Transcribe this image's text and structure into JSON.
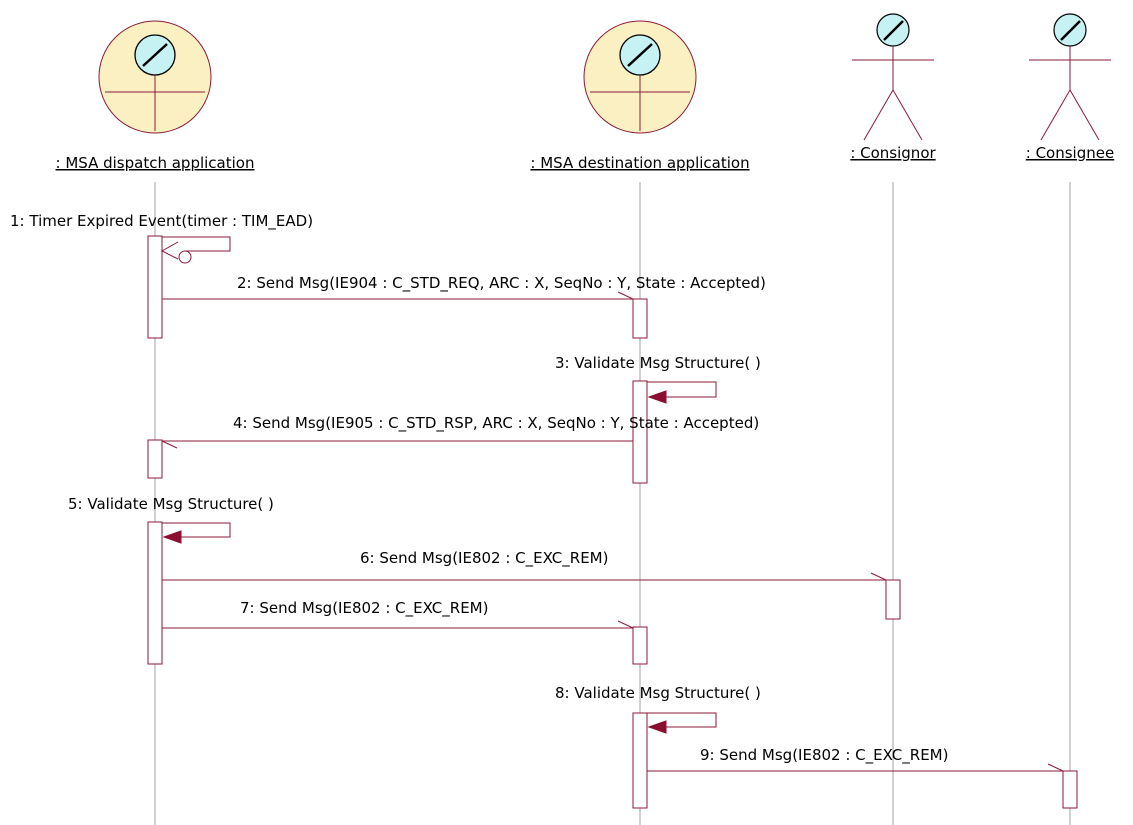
{
  "colors": {
    "outline": "#8b1a3a",
    "lifeline": "#a0a0a0",
    "arrow_fill": "#8b0f30",
    "actor_head": "#c6f2f4",
    "boundary_fill": "#fbf0c2",
    "text": "#000000"
  },
  "participants": [
    {
      "id": "dispatch",
      "kind": "boundary-object",
      "label": ": MSA dispatch application"
    },
    {
      "id": "destination",
      "kind": "boundary-object",
      "label": ": MSA destination application"
    },
    {
      "id": "consignor",
      "kind": "actor",
      "label": ": Consignor"
    },
    {
      "id": "consignee",
      "kind": "actor",
      "label": ": Consignee"
    }
  ],
  "messages": [
    {
      "label": "1: Timer Expired Event(timer : TIM_EAD)",
      "from": "dispatch",
      "to": "dispatch",
      "kind": "self-async"
    },
    {
      "label": "2: Send Msg(IE904 : C_STD_REQ, ARC : X, SeqNo : Y, State : Accepted)",
      "from": "dispatch",
      "to": "destination",
      "kind": "async"
    },
    {
      "label": "3: Validate Msg Structure( )",
      "from": "destination",
      "to": "destination",
      "kind": "self-sync"
    },
    {
      "label": "4: Send Msg(IE905 : C_STD_RSP, ARC : X, SeqNo : Y, State : Accepted)",
      "from": "destination",
      "to": "dispatch",
      "kind": "async"
    },
    {
      "label": "5: Validate Msg Structure( )",
      "from": "dispatch",
      "to": "dispatch",
      "kind": "self-sync"
    },
    {
      "label": "6: Send Msg(IE802 : C_EXC_REM)",
      "from": "dispatch",
      "to": "consignor",
      "kind": "async"
    },
    {
      "label": "7: Send Msg(IE802 : C_EXC_REM)",
      "from": "dispatch",
      "to": "destination",
      "kind": "async"
    },
    {
      "label": "8: Validate Msg Structure( )",
      "from": "destination",
      "to": "destination",
      "kind": "self-sync"
    },
    {
      "label": "9: Send Msg(IE802 : C_EXC_REM)",
      "from": "destination",
      "to": "consignee",
      "kind": "async"
    }
  ]
}
